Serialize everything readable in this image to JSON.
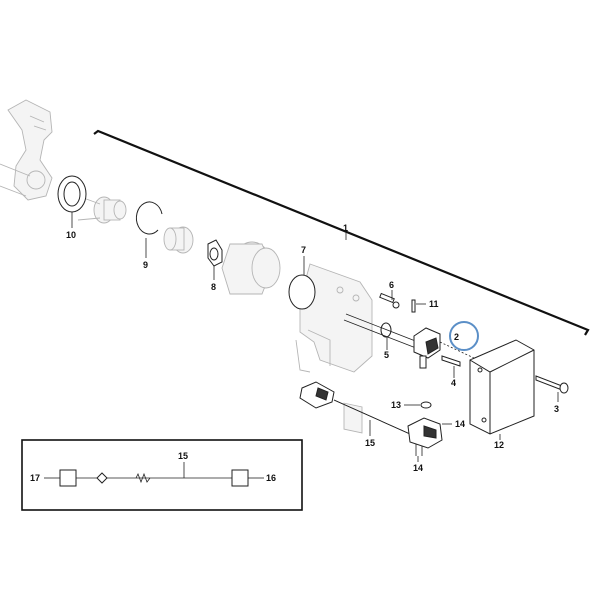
{
  "callouts": {
    "p1": "1",
    "p2": "2",
    "p3": "3",
    "p4": "4",
    "p5": "5",
    "p6": "6",
    "p7": "7",
    "p8": "8",
    "p9": "9",
    "p10": "10",
    "p11": "11",
    "p12": "12",
    "p13": "13",
    "p14a": "14",
    "p14b": "14",
    "p15": "15",
    "inset15": "15",
    "inset16": "16",
    "inset17": "17"
  },
  "colors": {
    "highlight_circle": "#5b8fc7",
    "line": "#222222",
    "ghost": "#b5b5b5"
  }
}
